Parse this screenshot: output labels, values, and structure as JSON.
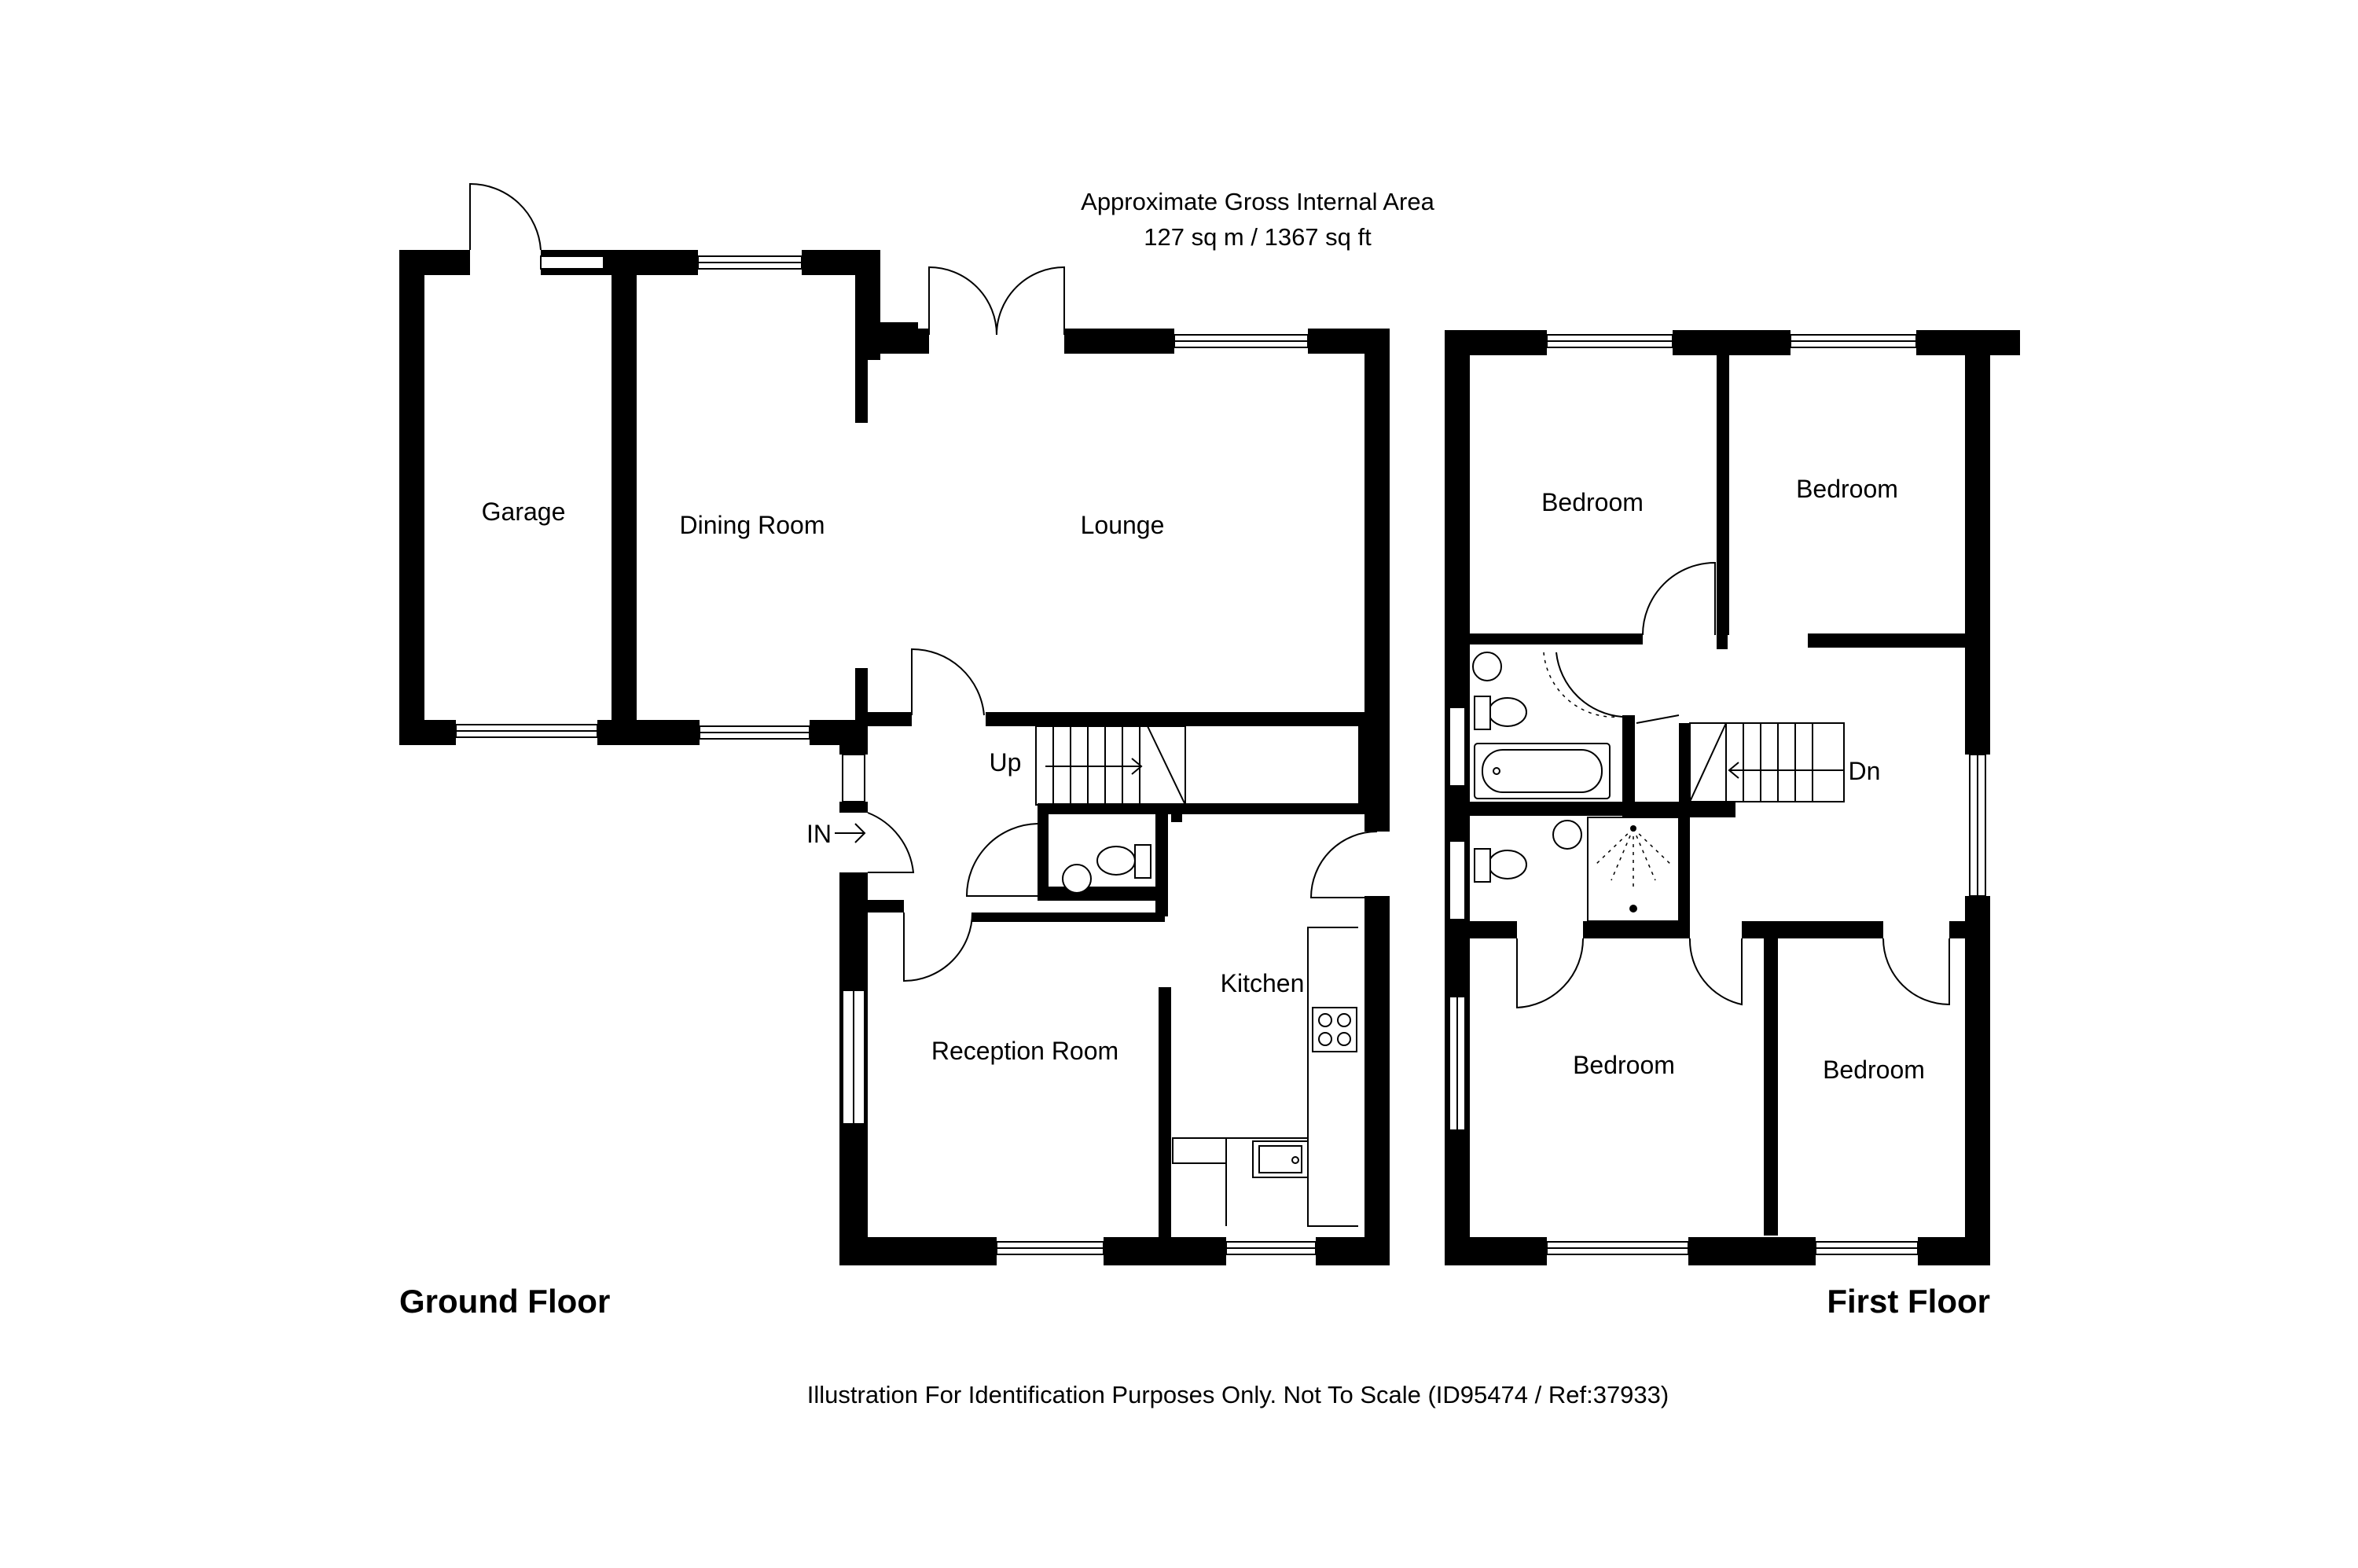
{
  "header": {
    "area_title": "Approximate Gross Internal Area",
    "area_value": "127 sq m /  1367 sq ft"
  },
  "ground_floor": {
    "label": "Ground Floor",
    "rooms": {
      "garage": "Garage",
      "dining_room": "Dining Room",
      "lounge": "Lounge",
      "reception_room": "Reception Room",
      "kitchen": "Kitchen"
    },
    "stair_label": "Up",
    "entrance_label": "IN"
  },
  "first_floor": {
    "label": "First Floor",
    "rooms": {
      "bedroom_1": "Bedroom",
      "bedroom_2": "Bedroom",
      "bedroom_3": "Bedroom",
      "bedroom_4": "Bedroom"
    },
    "stair_label": "Dn"
  },
  "footer": {
    "disclaimer": "Illustration For Identification Purposes Only. Not To Scale (ID95474 / Ref:37933)"
  }
}
